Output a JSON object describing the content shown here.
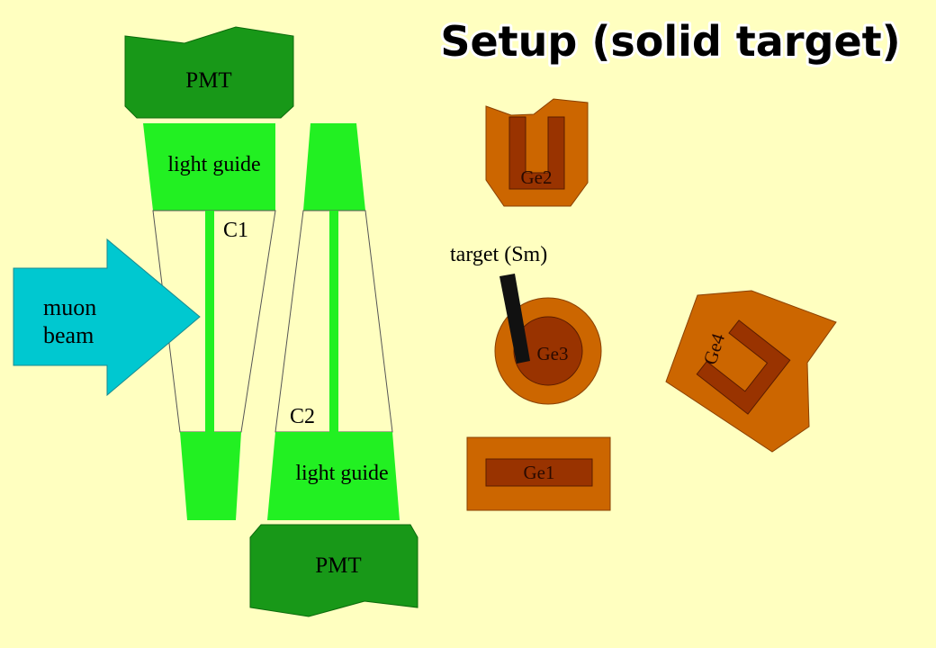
{
  "title": "Setup (solid target)",
  "labels": {
    "pmt_top": "PMT",
    "pmt_bottom": "PMT",
    "light_guide_1": "light guide",
    "light_guide_2": "light guide",
    "counter_1": "C1",
    "counter_2": "C2",
    "beam_line1": "muon",
    "beam_line2": "beam",
    "target": "target (Sm)",
    "ge1": "Ge1",
    "ge2": "Ge2",
    "ge3": "Ge3",
    "ge4": "Ge4"
  },
  "colors": {
    "background": "#FFFFC0",
    "pmt": "#189818",
    "light_guide": "#22F022",
    "beam": "#00C8D0",
    "detector_housing": "#CC6600",
    "detector_crystal": "#993300",
    "target": "#111111"
  }
}
